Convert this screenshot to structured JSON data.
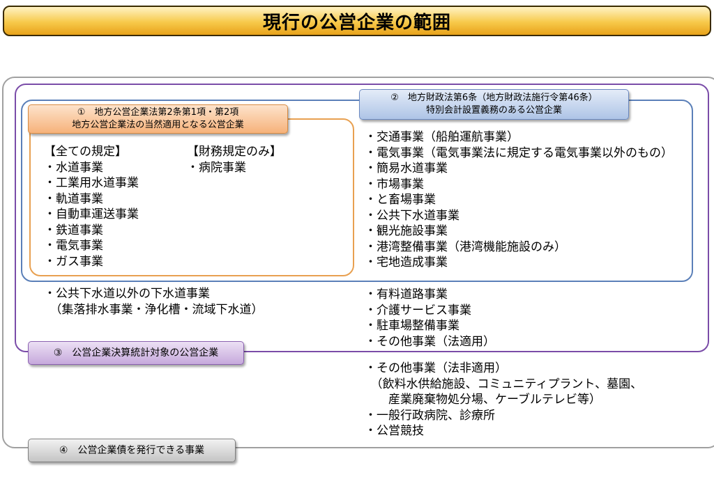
{
  "title": "現行の公営企業の範囲",
  "box1": {
    "label_line1": "①　地方公営企業法第2条第1項・第2項",
    "label_line2": "地方公営企業法の当然適用となる公営企業",
    "all_rules_heading": "【全ての規定】",
    "all_rules_items": [
      "・水道事業",
      "・工業用水道事業",
      "・軌道事業",
      "・自動車運送事業",
      "・鉄道事業",
      "・電気事業",
      "・ガス事業"
    ],
    "finance_heading": "【財務規定のみ】",
    "finance_items": [
      "・病院事業"
    ]
  },
  "box2": {
    "label_line1": "②　地方財政法第6条（地方財政法施行令第46条）",
    "label_line2": "特別会計設置義務のある公営企業",
    "items": [
      "・交通事業（船舶運航事業）",
      "・電気事業（電気事業法に規定する電気事業以外のもの）",
      "・簡易水道事業",
      "・市場事業",
      "・と畜場事業",
      "・公共下水道事業",
      "・観光施設事業",
      "・港湾整備事業（港湾機能施設のみ）",
      "・宅地造成事業"
    ]
  },
  "box3": {
    "label": "③　公営企業決算統計対象の公営企業",
    "left_items": [
      "・公共下水道以外の下水道事業",
      "　（集落排水事業・浄化槽・流域下水道）"
    ],
    "right_items": [
      "・有料道路事業",
      "・介護サービス事業",
      "・駐車場整備事業",
      "・その他事業（法適用）"
    ]
  },
  "box4": {
    "label": "④　公営企業債を発行できる事業",
    "items": [
      "・その他事業（法非適用）",
      "　（飲料水供給施設、コミュニティプラント、墓園、",
      "　　産業廃棄物処分場、ケーブルテレビ等）",
      "・一般行政病院、診療所",
      "・公営競技"
    ]
  }
}
